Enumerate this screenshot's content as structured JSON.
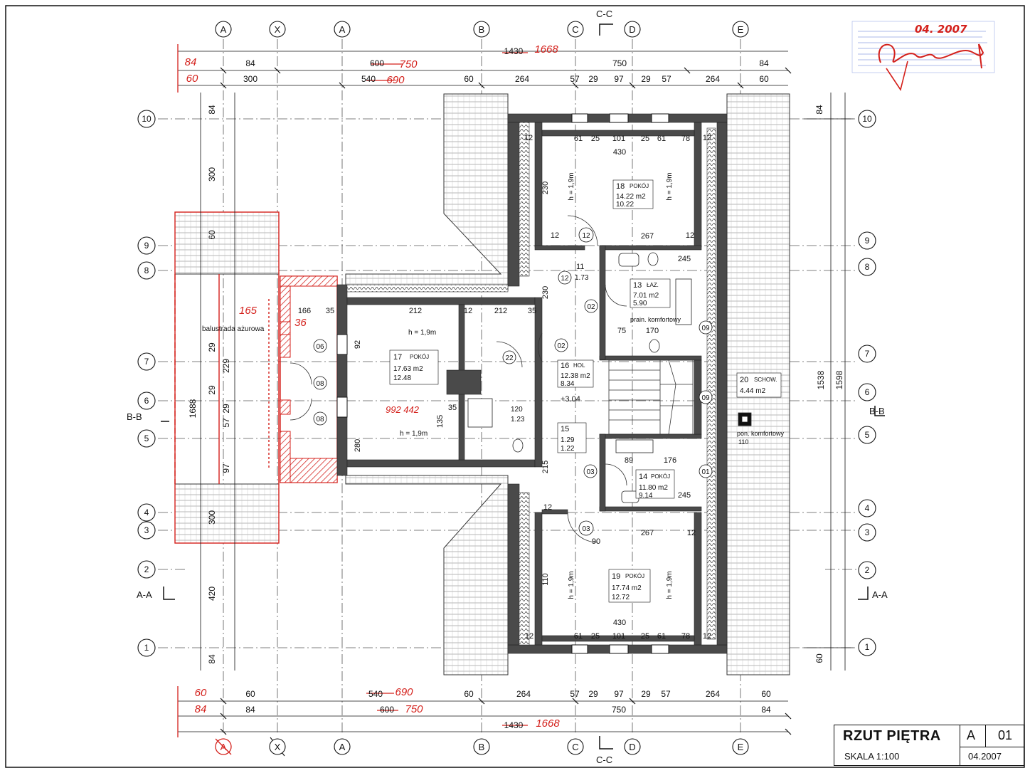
{
  "drawing": {
    "title": "RZUT PIĘTRA",
    "scale": "SKALA 1:100",
    "sheet_series": "A",
    "sheet_number": "01",
    "date": "04.2007",
    "stamp_date": "04. 2007"
  },
  "axes_vertical": [
    "A",
    "X",
    "A",
    "B",
    "C",
    "D",
    "E"
  ],
  "axes_horizontal": [
    "10",
    "9",
    "8",
    "7",
    "6",
    "5",
    "4",
    "3",
    "2",
    "1"
  ],
  "sections": {
    "cc": "C-C",
    "bb": "B-B",
    "aa": "A-A"
  },
  "dims_top": {
    "row1_total_old": "1430",
    "row1_total_new": "1668",
    "row2_left_red": "84",
    "row2": [
      "84",
      "750",
      "84"
    ],
    "row2_mid_old": "600",
    "row2_mid_new": "750",
    "row3_left_red": "60",
    "row3": [
      "300",
      "60",
      "264",
      "57",
      "29",
      "97",
      "29",
      "57",
      "264",
      "60"
    ],
    "row3_old": "540",
    "row3_new": "690"
  },
  "dims_bottom": {
    "row1_left_red": "60",
    "row1": [
      "60",
      "60",
      "264",
      "57",
      "29",
      "97",
      "29",
      "57",
      "264",
      "60"
    ],
    "row1_old": "540",
    "row1_new": "690",
    "row2_left_red": "84",
    "row2": [
      "84",
      "750",
      "84"
    ],
    "row2_mid_old": "600",
    "row2_mid_new": "750",
    "row3_total_old": "1430",
    "row3_total_new": "1668"
  },
  "dims_left": [
    "84",
    "300",
    "60",
    "1688",
    "29",
    "229",
    "29",
    "57",
    "29",
    "97",
    "300",
    "420",
    "84"
  ],
  "dims_right": [
    "84",
    "1538",
    "1598",
    "60"
  ],
  "rooms": [
    {
      "no": "18",
      "name": "POKÓJ",
      "area": "14.22 m2",
      "area2": "10.22"
    },
    {
      "no": "11",
      "name": "",
      "area": "1.73",
      "area2": ""
    },
    {
      "no": "13",
      "name": "ŁAZ.",
      "area": "7.01 m2",
      "area2": "5.90"
    },
    {
      "no": "17",
      "name": "POKÓJ",
      "area": "17.63 m2",
      "area2": "12.48"
    },
    {
      "no": "16",
      "name": "HOL",
      "area": "12.38 m2",
      "area2": "8.34"
    },
    {
      "no": "15",
      "name": "",
      "area": "1.29",
      "area2": "1.22"
    },
    {
      "no": "120",
      "name": "",
      "area": "1.23",
      "area2": ""
    },
    {
      "no": "14",
      "name": "POKÓJ",
      "area": "11.80 m2",
      "area2": "9.14"
    },
    {
      "no": "19",
      "name": "POKÓJ",
      "area": "17.74 m2",
      "area2": "12.72"
    },
    {
      "no": "20",
      "name": "SCHOW.",
      "area": "4.44 m2",
      "area2": ""
    }
  ],
  "notes": {
    "h19": "h = 1,9m",
    "balustrada": "balustrada ażurowa",
    "prain": "prain. komfortowy",
    "pon": "pon. komfortowy",
    "pon_val": "110",
    "level": "+3.04",
    "red_165": "165",
    "red_36": "36",
    "red_992": "992 442",
    "room_dims": [
      "61",
      "25",
      "101",
      "25",
      "61",
      "78",
      "430",
      "267",
      "12",
      "230",
      "245",
      "75",
      "170",
      "212",
      "12",
      "212",
      "35",
      "166",
      "35",
      "92",
      "280",
      "135",
      "35",
      "176",
      "89",
      "245",
      "215",
      "110",
      "90",
      "12"
    ],
    "doors": [
      "12",
      "02",
      "09",
      "06",
      "08",
      "08",
      "02",
      "22",
      "03",
      "03",
      "01",
      "09"
    ]
  },
  "colors": {
    "wall": "#4a4a4a",
    "red": "#d4201b",
    "line": "#111111",
    "stamp": "#3a5bd4"
  }
}
